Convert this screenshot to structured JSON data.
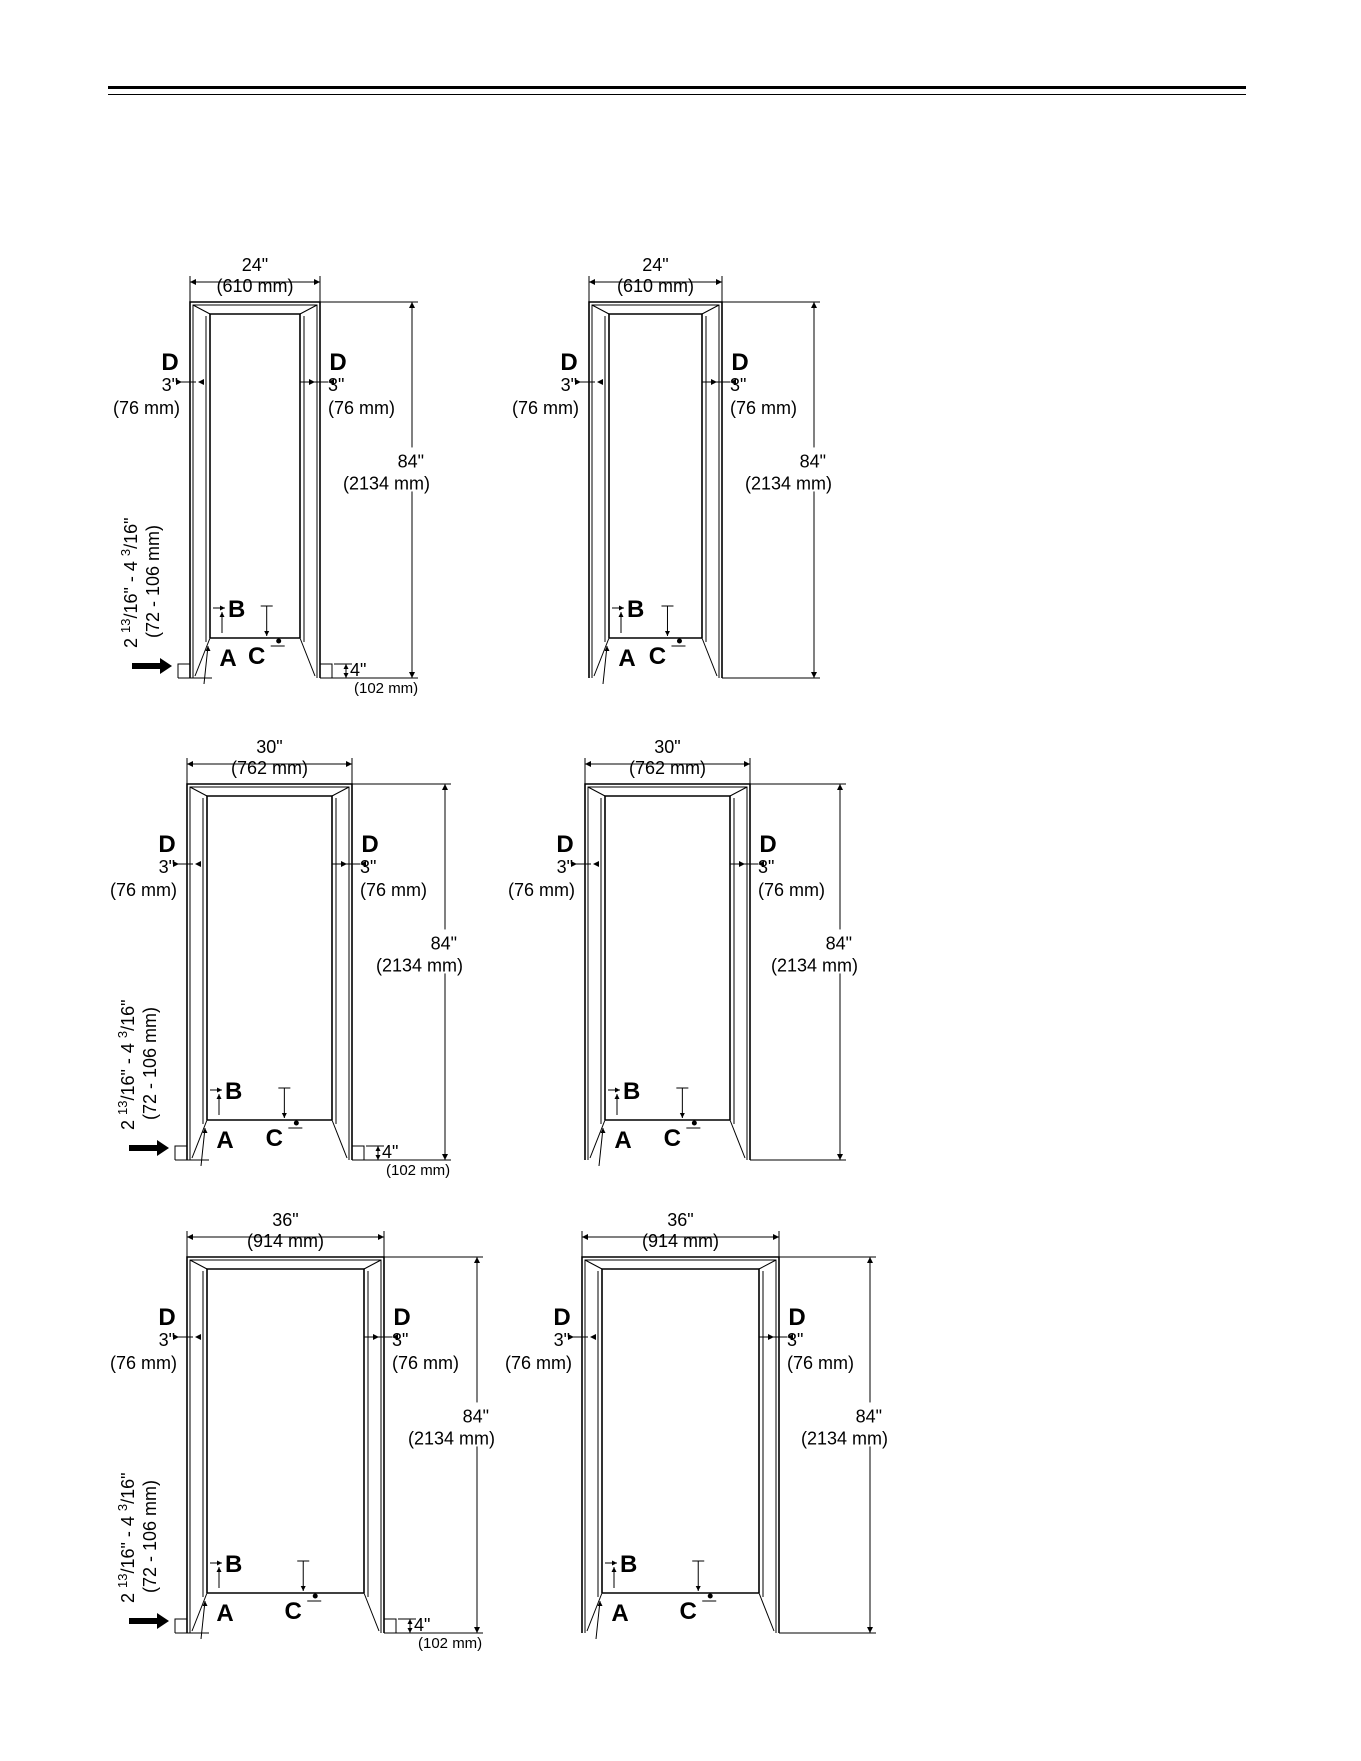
{
  "labels": {
    "A": "A",
    "B": "B",
    "C": "C",
    "D": "D",
    "side_in": "3\"",
    "side_mm": "(76 mm)",
    "height_in": "84\"",
    "height_mm": "(2134 mm)",
    "toe_in": "4\"",
    "toe_mm": "(102 mm)",
    "range_in_a": "2 ",
    "range_in_sup1": "13",
    "range_in_b": "/16\" - 4 ",
    "range_in_sup2": "3",
    "range_in_c": "/16\"",
    "range_mm": "(72 - 106 mm)"
  },
  "diagrams": [
    {
      "id": "24-toe",
      "width_in": "24\"",
      "width_mm": "(610 mm)",
      "toe": true
    },
    {
      "id": "24-flush",
      "width_in": "24\"",
      "width_mm": "(610 mm)",
      "toe": false
    },
    {
      "id": "30-toe",
      "width_in": "30\"",
      "width_mm": "(762 mm)",
      "toe": true
    },
    {
      "id": "30-flush",
      "width_in": "30\"",
      "width_mm": "(762 mm)",
      "toe": false
    },
    {
      "id": "36-toe",
      "width_in": "36\"",
      "width_mm": "(914 mm)",
      "toe": true
    },
    {
      "id": "36-flush",
      "width_in": "36\"",
      "width_mm": "(914 mm)",
      "toe": false
    }
  ]
}
